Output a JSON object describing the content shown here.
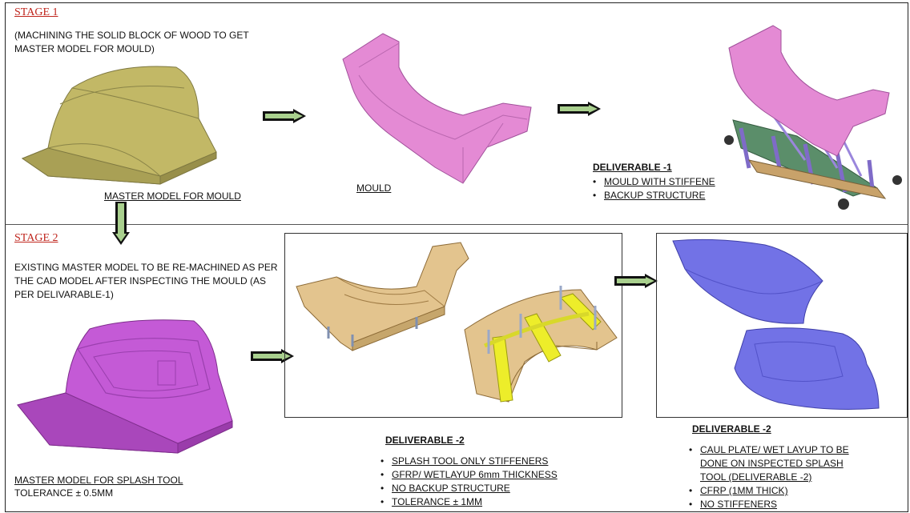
{
  "stage1": {
    "title": "STAGE 1",
    "description": "(MACHINING THE SOLID BLOCK OF WOOD TO GET MASTER MODEL FOR MOULD)",
    "master_model_label": "MASTER MODEL FOR MOULD",
    "mould_label": "MOULD",
    "deliverable_title": "DELIVERABLE -1",
    "deliverable_items": [
      "MOULD WITH STIFFENE",
      "BACKUP STRUCTURE"
    ]
  },
  "stage2": {
    "title": "STAGE 2",
    "description": "EXISTING MASTER MODEL TO BE RE-MACHINED AS PER THE CAD MODEL AFTER INSPECTING THE MOULD (AS PER DELIVARABLE-1)",
    "master_model_label": "MASTER MODEL FOR SPLASH TOOL",
    "tolerance": "TOLERANCE ± 0.5MM",
    "deliverable_a_title": "DELIVERABLE -2",
    "deliverable_a_items": [
      "SPLASH TOOL ONLY STIFFENERS",
      "GFRP/ WETLAYUP 6mm THICKNESS",
      "NO BACKUP STRUCTURE",
      "TOLERANCE ± 1MM"
    ],
    "deliverable_b_title": "DELIVERABLE -2",
    "deliverable_b_items": [
      "CAUL PLATE/ WET LAYUP TO BE",
      "DONE ON INSPECTED SPLASH",
      "TOOL (DELIVERABLE -2)",
      "CFRP (1MM THICK)",
      "NO STIFFENERS"
    ]
  },
  "colors": {
    "stage_title": "#c0261e",
    "arrow_fill": "#a9d08e",
    "master_model_wood": "#c9bf6e",
    "mould_pink": "#e58ad6",
    "splash_purple": "#c65bd6",
    "tool_tan": "#e2c28c",
    "caul_blue": "#6f6fe6",
    "stiffener_yellow": "#f2f233"
  }
}
